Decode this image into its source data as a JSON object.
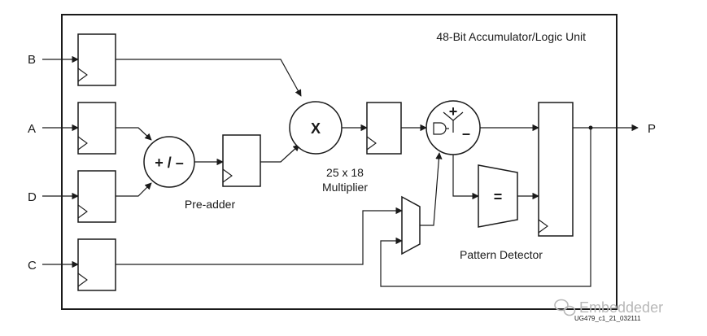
{
  "diagram": {
    "title": "48-Bit Accumulator/Logic Unit",
    "inputs": [
      "B",
      "A",
      "D",
      "C"
    ],
    "output": "P",
    "preadder": {
      "symbol": "+ / –",
      "caption": "Pre-adder"
    },
    "multiplier": {
      "symbol": "X",
      "caption_line1": "25 x 18",
      "caption_line2": "Multiplier"
    },
    "alu": {
      "plus": "+",
      "minus": "–"
    },
    "pattern_detector": {
      "symbol": "=",
      "caption": "Pattern Detector"
    },
    "footer_id": "UG479_c1_21_032111",
    "watermark": "Embeddeder"
  }
}
